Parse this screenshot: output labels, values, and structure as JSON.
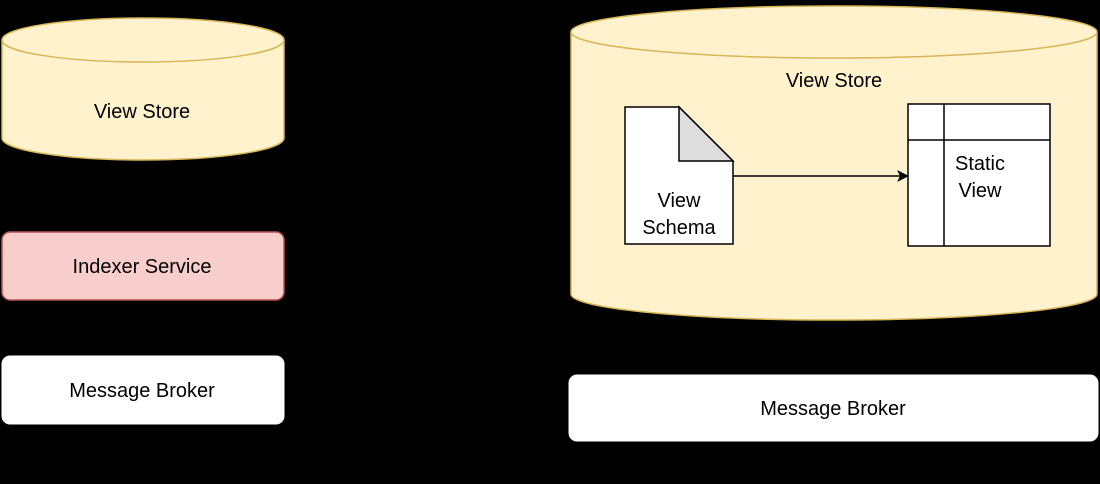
{
  "colors": {
    "background": "#000000",
    "store_fill": "#fff2cc",
    "store_stroke": "#d6b656",
    "indexer_fill": "#f8cecc",
    "indexer_stroke": "#b85450",
    "broker_fill": "#ffffff",
    "text": "#000000"
  },
  "left": {
    "view_store_label": "View Store",
    "indexer_service_label": "Indexer Service",
    "message_broker_label": "Message Broker"
  },
  "right": {
    "view_store_label": "View Store",
    "view_schema_line1": "View",
    "view_schema_line2": "Schema",
    "static_view_line1": "Static",
    "static_view_line2": "View",
    "message_broker_label": "Message Broker"
  }
}
